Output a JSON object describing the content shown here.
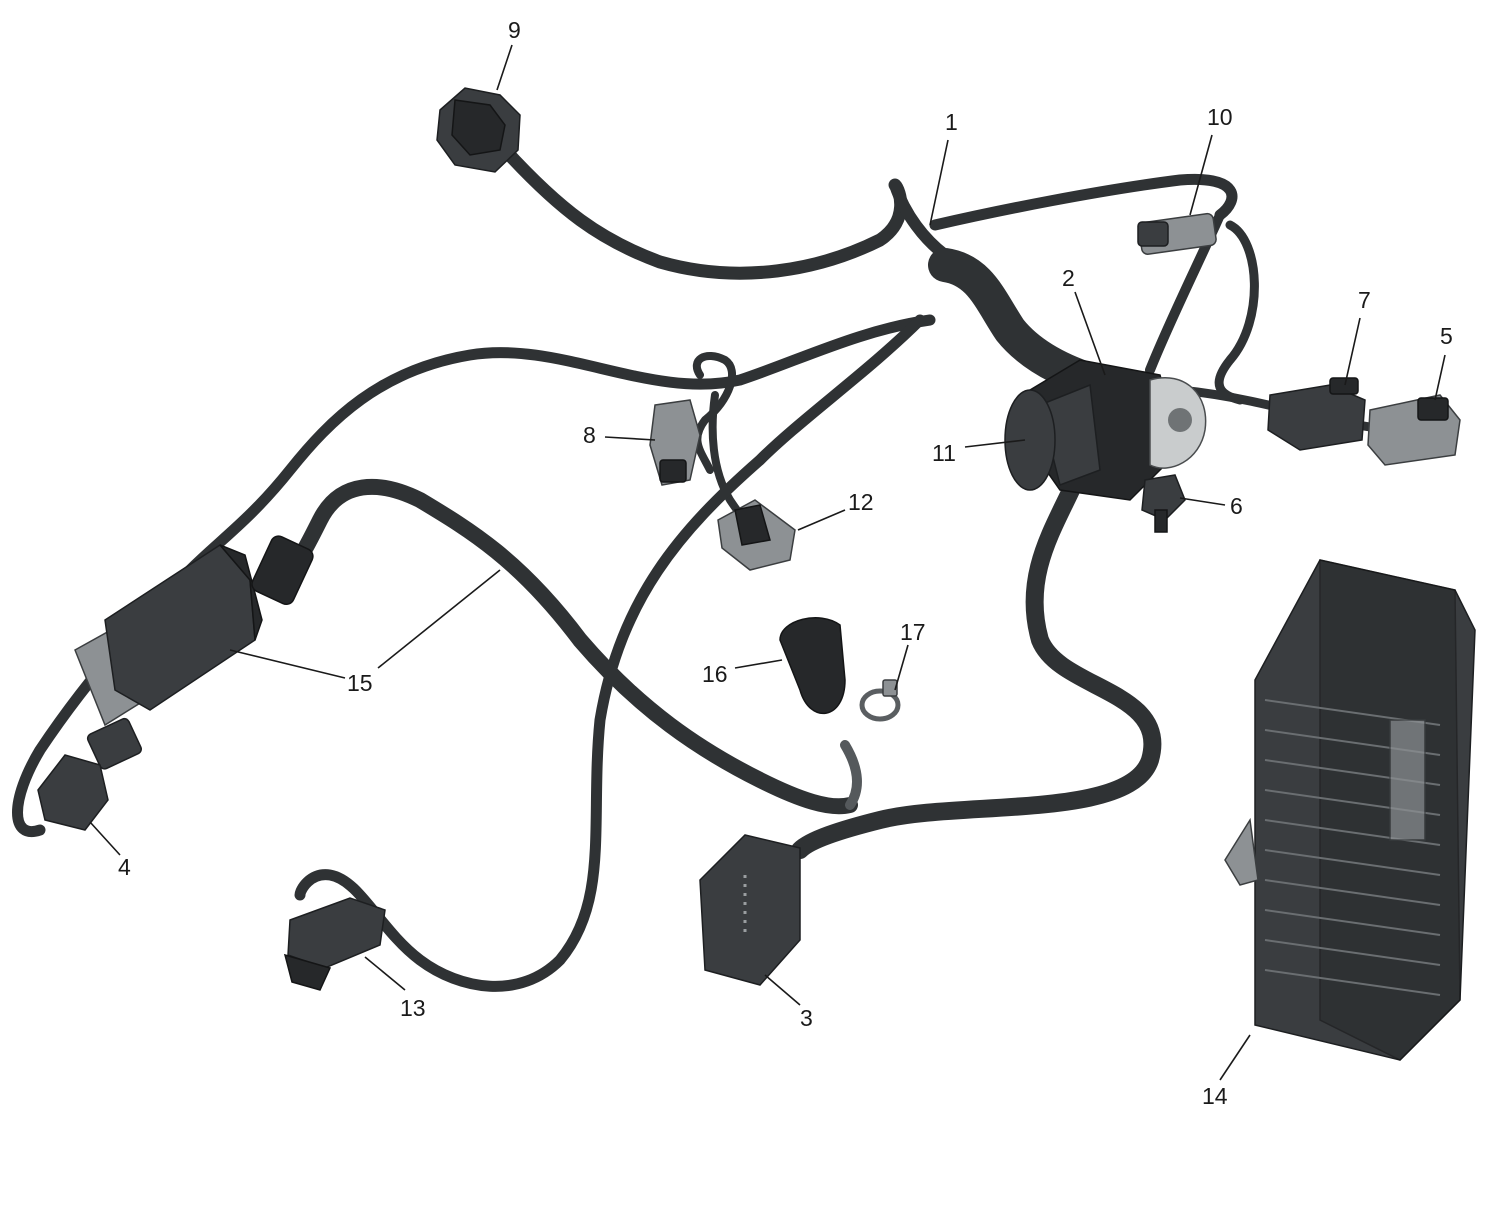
{
  "callouts": [
    {
      "id": "1",
      "label": "1"
    },
    {
      "id": "2",
      "label": "2"
    },
    {
      "id": "3",
      "label": "3"
    },
    {
      "id": "4",
      "label": "4"
    },
    {
      "id": "5",
      "label": "5"
    },
    {
      "id": "6",
      "label": "6"
    },
    {
      "id": "7",
      "label": "7"
    },
    {
      "id": "8",
      "label": "8"
    },
    {
      "id": "9",
      "label": "9"
    },
    {
      "id": "10",
      "label": "10"
    },
    {
      "id": "11",
      "label": "11"
    },
    {
      "id": "12",
      "label": "12"
    },
    {
      "id": "13",
      "label": "13"
    },
    {
      "id": "14",
      "label": "14"
    },
    {
      "id": "15",
      "label": "15"
    },
    {
      "id": "16",
      "label": "16"
    },
    {
      "id": "17",
      "label": "17"
    }
  ],
  "colors": {
    "wire": "#2f3234",
    "connector": "#3a3d40",
    "grey_part": "#8d9194",
    "label": "#1a1a1a"
  }
}
